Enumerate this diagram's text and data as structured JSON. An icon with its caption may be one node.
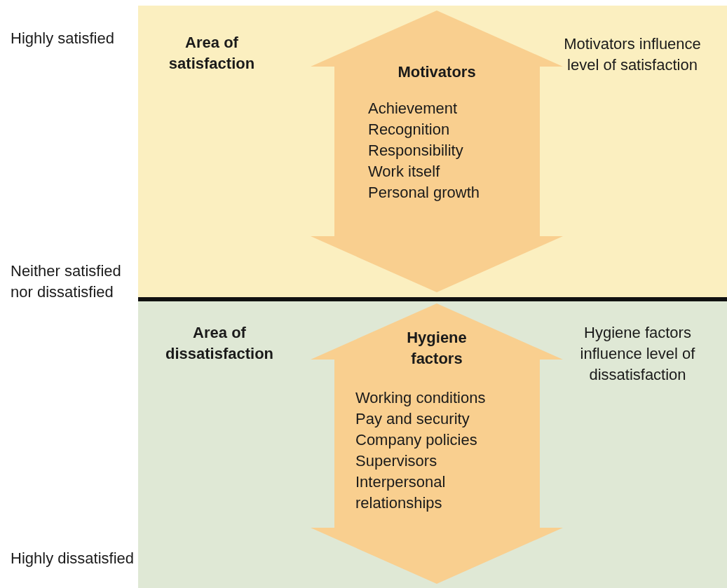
{
  "diagram": {
    "nodes": [
      {
        "text": [
          "Area of satisfaction",
          "Motivators influence level of satisfaction"
        ]
      },
      {
        "text": [
          "Motivators",
          "Achievement",
          "Recognition",
          "Responsibility",
          "Work itself",
          "Personal growth"
        ],
        "in": 0
      },
      {
        "text": [
          "Area of dissatisfaction",
          "Hygiene factors influence level of dissatisfaction"
        ]
      },
      {
        "text": [
          "Hygiene factors",
          "Working conditions",
          "Pay and security",
          "Company policies",
          "Supervisors",
          "Interpersonal relationships"
        ],
        "in": 2
      }
    ],
    "labels": [
      "Highly satisfied",
      "Neither satisfied nor dissatisfied",
      "Highly dissatisfied"
    ]
  }
}
